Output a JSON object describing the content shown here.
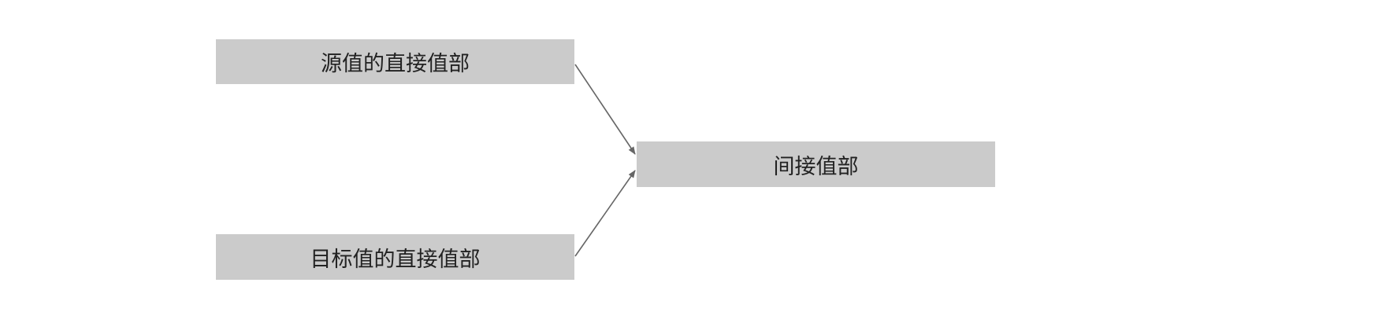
{
  "nodes": {
    "source": "源值的直接值部",
    "target": "目标值的直接值部",
    "indirect": "间接值部"
  },
  "edges": [
    {
      "from": "source",
      "to": "indirect"
    },
    {
      "from": "target",
      "to": "indirect"
    }
  ]
}
